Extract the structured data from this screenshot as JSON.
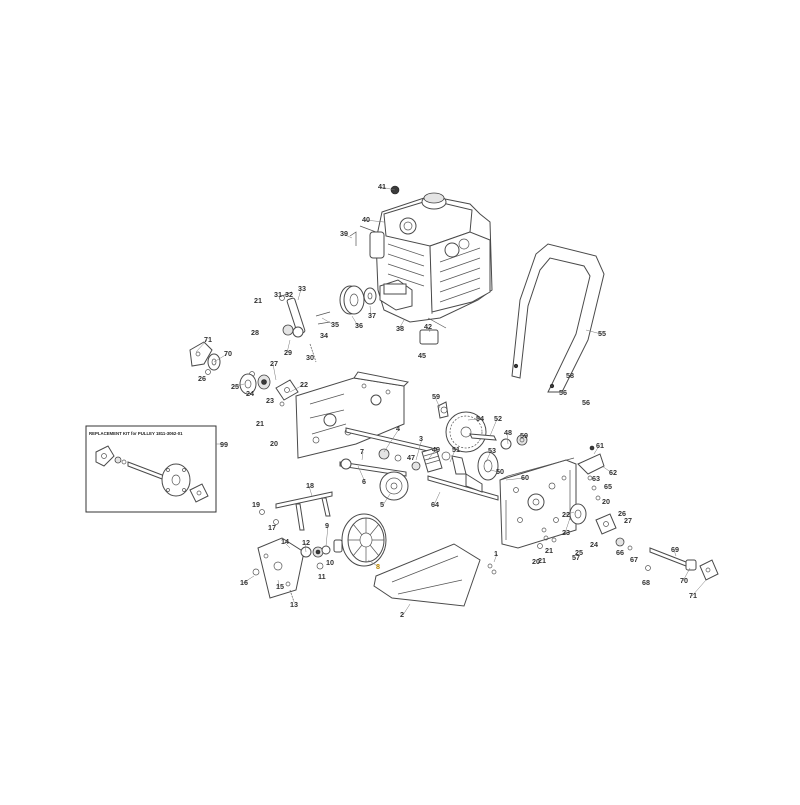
{
  "diagram": {
    "kit_box_label": "REPLACEMENT KIT for PULLEY 1811-3062-01",
    "kit_box_ref": "99",
    "highlight_color": "#e0a800",
    "callouts": [
      {
        "id": "c41",
        "label": "41"
      },
      {
        "id": "c40",
        "label": "40"
      },
      {
        "id": "c39",
        "label": "39"
      },
      {
        "id": "c33",
        "label": "33"
      },
      {
        "id": "c31",
        "label": "31"
      },
      {
        "id": "c32",
        "label": "32"
      },
      {
        "id": "c21a",
        "label": "21"
      },
      {
        "id": "c35",
        "label": "35"
      },
      {
        "id": "c36",
        "label": "36"
      },
      {
        "id": "c37",
        "label": "37"
      },
      {
        "id": "c38",
        "label": "38"
      },
      {
        "id": "c42",
        "label": "42"
      },
      {
        "id": "c45",
        "label": "45"
      },
      {
        "id": "c28",
        "label": "28"
      },
      {
        "id": "c29",
        "label": "29"
      },
      {
        "id": "c34",
        "label": "34"
      },
      {
        "id": "c30",
        "label": "30"
      },
      {
        "id": "c71a",
        "label": "71"
      },
      {
        "id": "c70a",
        "label": "70"
      },
      {
        "id": "c26a",
        "label": "26"
      },
      {
        "id": "c27a",
        "label": "27"
      },
      {
        "id": "c25a",
        "label": "25"
      },
      {
        "id": "c24a",
        "label": "24"
      },
      {
        "id": "c22",
        "label": "22"
      },
      {
        "id": "c23a",
        "label": "23"
      },
      {
        "id": "c55",
        "label": "55"
      },
      {
        "id": "c56a",
        "label": "56"
      },
      {
        "id": "c58",
        "label": "58"
      },
      {
        "id": "c56b",
        "label": "56"
      },
      {
        "id": "c59a",
        "label": "59"
      },
      {
        "id": "c54",
        "label": "54"
      },
      {
        "id": "c52",
        "label": "52"
      },
      {
        "id": "c48",
        "label": "48"
      },
      {
        "id": "c59b",
        "label": "59"
      },
      {
        "id": "c21b",
        "label": "21"
      },
      {
        "id": "c20a",
        "label": "20"
      },
      {
        "id": "c4",
        "label": "4"
      },
      {
        "id": "c3",
        "label": "3"
      },
      {
        "id": "c49",
        "label": "49"
      },
      {
        "id": "c47",
        "label": "47"
      },
      {
        "id": "c51",
        "label": "51"
      },
      {
        "id": "c53",
        "label": "53"
      },
      {
        "id": "c50",
        "label": "50"
      },
      {
        "id": "c60",
        "label": "60"
      },
      {
        "id": "c61",
        "label": "61"
      },
      {
        "id": "c62",
        "label": "62"
      },
      {
        "id": "c63",
        "label": "63"
      },
      {
        "id": "c64",
        "label": "64"
      },
      {
        "id": "c65",
        "label": "65"
      },
      {
        "id": "c20b",
        "label": "20"
      },
      {
        "id": "c6",
        "label": "6"
      },
      {
        "id": "c7",
        "label": "7"
      },
      {
        "id": "c5",
        "label": "5"
      },
      {
        "id": "c18",
        "label": "18"
      },
      {
        "id": "c19",
        "label": "19"
      },
      {
        "id": "c17",
        "label": "17"
      },
      {
        "id": "c14",
        "label": "14"
      },
      {
        "id": "c12",
        "label": "12"
      },
      {
        "id": "c9",
        "label": "9"
      },
      {
        "id": "c10",
        "label": "10"
      },
      {
        "id": "c11",
        "label": "11"
      },
      {
        "id": "c8",
        "label": "8",
        "highlight": true
      },
      {
        "id": "c16",
        "label": "16"
      },
      {
        "id": "c15",
        "label": "15"
      },
      {
        "id": "c13",
        "label": "13"
      },
      {
        "id": "c1",
        "label": "1"
      },
      {
        "id": "c2",
        "label": "2"
      },
      {
        "id": "c23b",
        "label": "23"
      },
      {
        "id": "c24b",
        "label": "24"
      },
      {
        "id": "c25b",
        "label": "25"
      },
      {
        "id": "c22b",
        "label": "22"
      },
      {
        "id": "c26b",
        "label": "26"
      },
      {
        "id": "c27b",
        "label": "27"
      },
      {
        "id": "c66",
        "label": "66"
      },
      {
        "id": "c67",
        "label": "67"
      },
      {
        "id": "c21c",
        "label": "21"
      },
      {
        "id": "c20c",
        "label": "20"
      },
      {
        "id": "c21d",
        "label": "21"
      },
      {
        "id": "c57",
        "label": "57"
      },
      {
        "id": "c69",
        "label": "69"
      },
      {
        "id": "c68",
        "label": "68"
      },
      {
        "id": "c70b",
        "label": "70"
      },
      {
        "id": "c71b",
        "label": "71"
      },
      {
        "id": "c99",
        "label": "99"
      }
    ]
  }
}
